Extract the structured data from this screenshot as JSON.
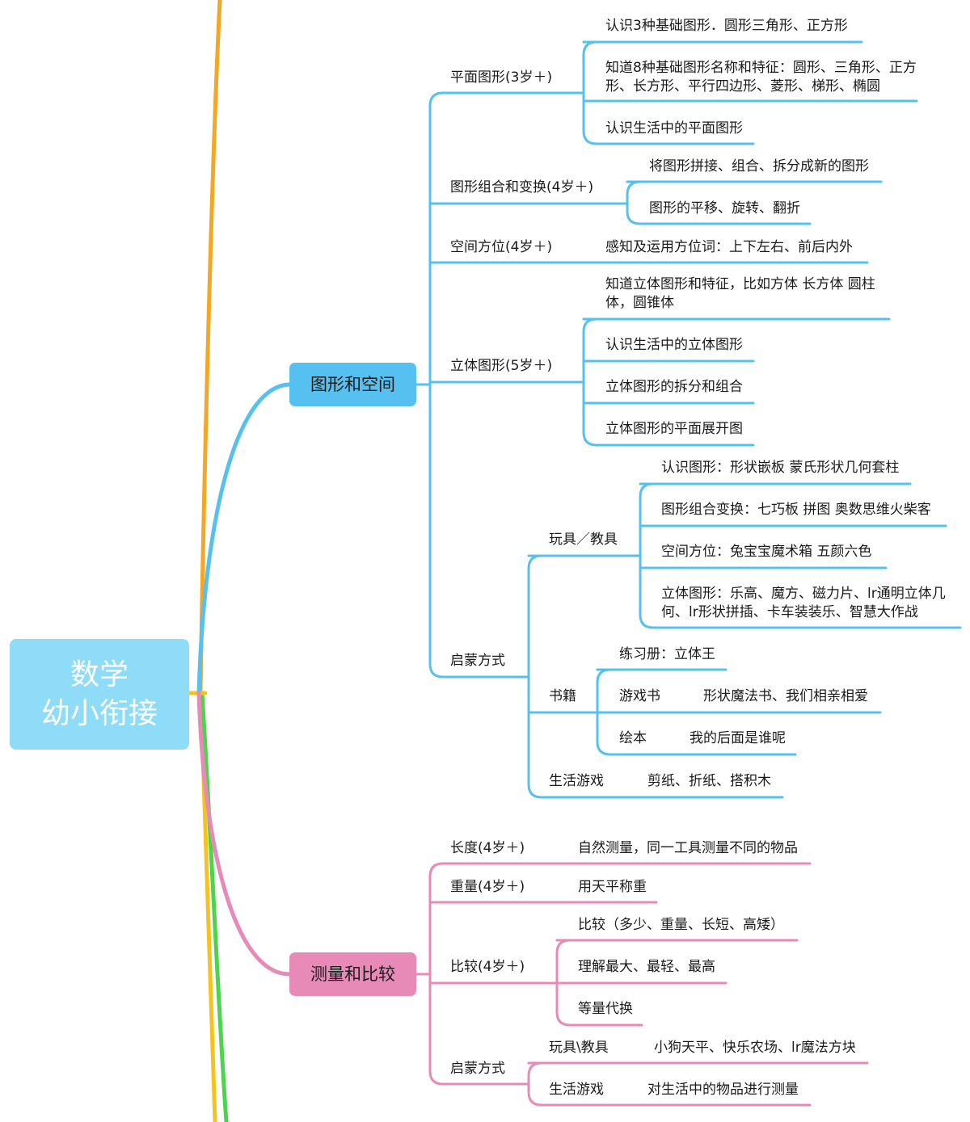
{
  "colors": {
    "blue": "#56c1f0",
    "pink": "#e88ab8",
    "orange": "#f5a623",
    "yellow": "#f8c21c",
    "green": "#4cd44c",
    "root_bg": "#8fdcf8"
  },
  "root": {
    "line1": "数学",
    "line2": "幼小衔接"
  },
  "branches": {
    "shape": {
      "label": "图形和空间",
      "plane": {
        "label": "平面图形(3岁＋)",
        "items": [
          "认识3种基础图形．圆形三角形、正方形",
          "知道8种基础图形名称和特征：圆形、三角形、正方形、长方形、平行四边形、菱形、梯形、椭圆",
          "认识生活中的平面图形"
        ]
      },
      "combo": {
        "label": "图形组合和变换(4岁＋)",
        "items": [
          "将图形拼接、组合、拆分成新的图形",
          "图形的平移、旋转、翻折"
        ]
      },
      "space": {
        "label": "空间方位(4岁＋)",
        "items": [
          "感知及运用方位词：上下左右、前后内外"
        ]
      },
      "solid": {
        "label": "立体图形(5岁＋)",
        "items": [
          "知道立体图形和特征，比如方体 长方体 圆柱体，圆锥体",
          "认识生活中的立体图形",
          "立体图形的拆分和组合",
          "立体图形的平面展开图"
        ]
      },
      "method": {
        "label": "启蒙方式",
        "toys": {
          "label": "玩具／教具",
          "items": [
            "认识图形：形状嵌板 蒙氏形状几何套柱",
            "图形组合变换：七巧板 拼图 奥数思维火柴客",
            "空间方位：兔宝宝魔术箱 五颜六色",
            "立体图形：乐高、魔方、磁力片、lr通明立体几何、lr形状拼插、卡车装装乐、智慧大作战"
          ]
        },
        "books": {
          "label": "书籍",
          "workbook": "练习册：立体王",
          "game_book": "游戏书",
          "game_book_value": "形状魔法书、我们相亲相爱",
          "picture_book": "绘本",
          "picture_book_value": "我的后面是谁呢"
        },
        "life": {
          "label": "生活游戏",
          "value": "剪纸、折纸、搭积木"
        }
      }
    },
    "measure": {
      "label": "测量和比较",
      "length": {
        "label": "长度(4岁＋)",
        "value": "自然测量，同一工具测量不同的物品"
      },
      "weight": {
        "label": "重量(4岁＋)",
        "value": "用天平称重"
      },
      "compare": {
        "label": "比较(4岁＋)",
        "items": [
          "比较（多少、重量、长短、高矮）",
          "理解最大、最轻、最高",
          "等量代换"
        ]
      },
      "method": {
        "label": "启蒙方式",
        "toys": {
          "label": "玩具\\教具",
          "value": "小狗天平、快乐农场、lr魔法方块"
        },
        "life": {
          "label": "生活游戏",
          "value": "对生活中的物品进行测量"
        }
      }
    }
  }
}
